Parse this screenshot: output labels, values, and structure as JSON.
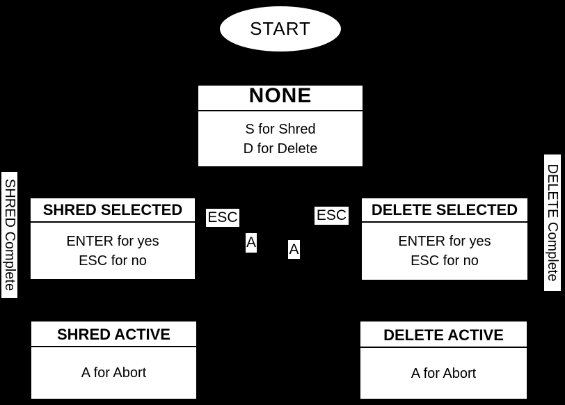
{
  "colors": {
    "background": "#000000",
    "shape_fill": "#ffffff",
    "text": "#000000"
  },
  "start_node": {
    "label": "START"
  },
  "states": {
    "none": {
      "title": "NONE",
      "line1": "S for Shred",
      "line2": "D for Delete"
    },
    "shred_selected": {
      "title": "SHRED SELECTED",
      "line1": "ENTER for yes",
      "line2": "ESC for no"
    },
    "delete_selected": {
      "title": "DELETE SELECTED",
      "line1": "ENTER for yes",
      "line2": "ESC for no"
    },
    "shred_active": {
      "title": "SHRED ACTIVE",
      "line1": "A for Abort"
    },
    "delete_active": {
      "title": "DELETE ACTIVE",
      "line1": "A for Abort"
    }
  },
  "edge_labels": {
    "esc_left": "ESC",
    "a_left": "A",
    "a_right": "A",
    "esc_right": "ESC",
    "shred_complete": "SHRED Complete",
    "delete_complete": "DELETE Complete"
  }
}
